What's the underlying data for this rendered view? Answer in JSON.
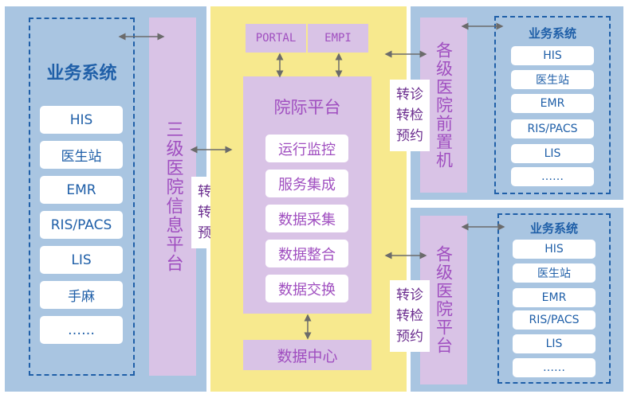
{
  "left": {
    "title": "业务系统",
    "items": [
      "HIS",
      "医生站",
      "EMR",
      "RIS/PACS",
      "LIS",
      "手麻",
      "……"
    ],
    "platform": "三级医院信息平台",
    "referral": [
      "转诊",
      "转检",
      "预约"
    ]
  },
  "center": {
    "portal": "PORTAL",
    "empi": "EMPI",
    "title": "院际平台",
    "services": [
      "运行监控",
      "服务集成",
      "数据采集",
      "数据整合",
      "数据交换"
    ],
    "data_center": "数据中心"
  },
  "right_top": {
    "platform": "各级医院前置机",
    "referral": [
      "转诊",
      "转检",
      "预约"
    ],
    "title": "业务系统",
    "items": [
      "HIS",
      "医生站",
      "EMR",
      "RIS/PACS",
      "LIS",
      "……"
    ]
  },
  "right_bottom": {
    "platform": "各级医院平台",
    "referral": [
      "转诊",
      "转检",
      "预约"
    ],
    "title": "业务系统",
    "items": [
      "HIS",
      "医生站",
      "EMR",
      "RIS/PACS",
      "LIS",
      "……"
    ]
  },
  "colors": {
    "blue_panel": "#a9c5e1",
    "yellow_panel": "#f7e98e",
    "purple_box": "#d9c3e6",
    "purple_text": "#a04fc0",
    "blue_text": "#1f5fa8"
  }
}
